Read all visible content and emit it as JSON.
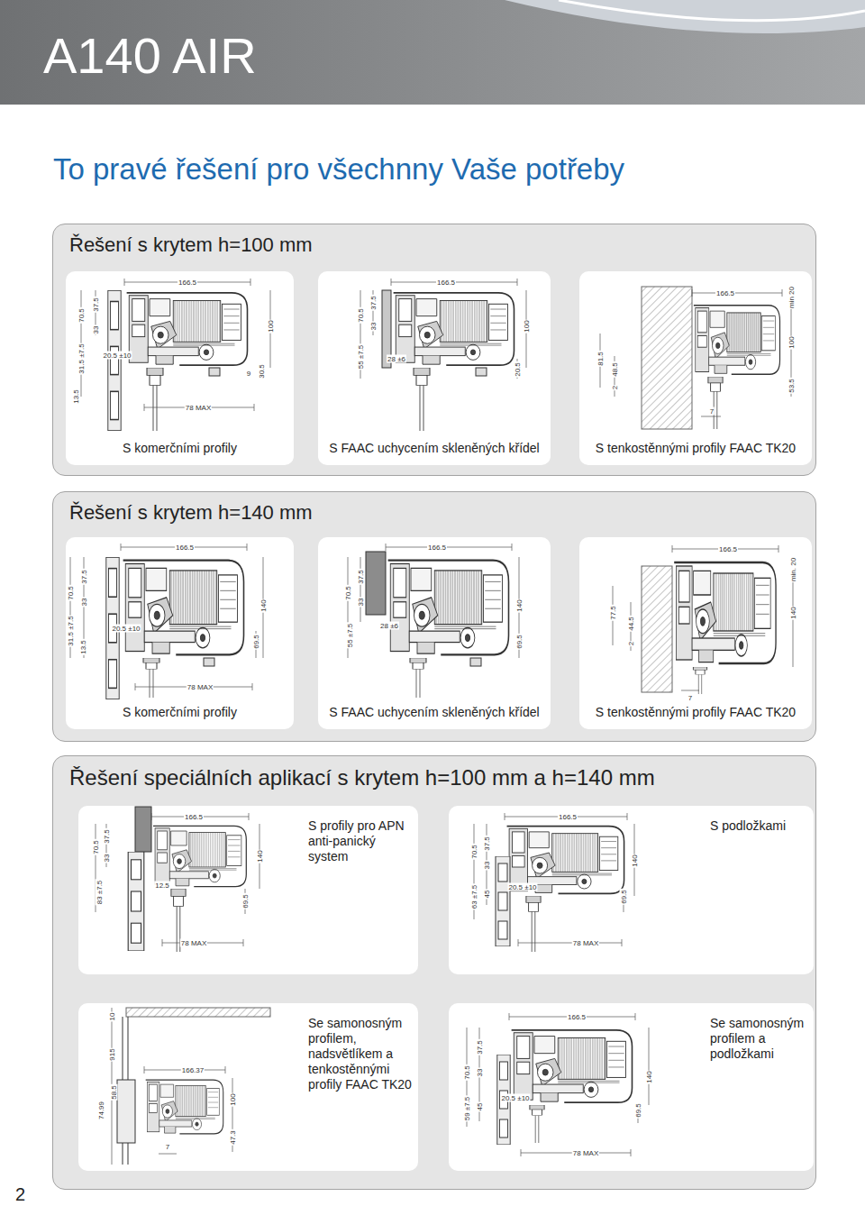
{
  "diagram": {
    "title": "A140 AIR",
    "nodes": [
      {
        "text": [
          "Řešení s krytem h=100 mm"
        ]
      },
      {
        "text": [
          "S komerčními profily"
        ],
        "in": 0
      },
      {
        "text": [
          "S FAAC uchycením skleněných křídel"
        ],
        "in": 0
      },
      {
        "text": [
          "S tenkostěnnými profily FAAC TK20"
        ],
        "in": 0
      },
      {
        "text": [
          "Řešení s krytem h=140 mm"
        ]
      },
      {
        "text": [
          "S komerčními profily"
        ],
        "in": 4
      },
      {
        "text": [
          "S FAAC uchycením skleněných křídel"
        ],
        "in": 4
      },
      {
        "text": [
          "S tenkostěnnými profily FAAC TK20"
        ],
        "in": 4
      },
      {
        "text": [
          "Řešení speciálních aplikací s krytem h=100 mm a h=140 mm"
        ]
      },
      {
        "text": [
          "S profily pro APN anti-panický system"
        ],
        "in": 8
      },
      {
        "text": [
          "S podložkami"
        ],
        "in": 8
      },
      {
        "text": [
          "Se samonosným profilem, nadsvětlíkem a tenkostěnnými profily FAAC TK20"
        ],
        "in": 8
      },
      {
        "text": [
          "Se samonosným profilem a podložkami"
        ],
        "in": 8
      }
    ],
    "labels": [
      "To pravé řešení pro všechnny Vaše potřeby",
      "166.5",
      "70.5",
      "37.5",
      "33",
      "31.5 ±7.5",
      "13.5",
      "20.5 ±10",
      "100",
      "30.5",
      "9",
      "78 MAX",
      "166.5",
      "70.5",
      "37.5",
      "33",
      "55 ±7.5",
      "28 ±6",
      "100",
      "20.5",
      "166.5",
      "min 20",
      "100",
      "53.5",
      "81.5",
      "48.5",
      "2",
      "7",
      "166.5",
      "70.5",
      "37.5",
      "33",
      "31.5 ±7.5",
      "13.5",
      "20.5 ±10",
      "140",
      "69.5",
      "78 MAX",
      "166.5",
      "70.5",
      "37.5",
      "33",
      "55 ±7.5",
      "28 ±6",
      "140",
      "69.5",
      "166.5",
      "min. 20",
      "77.5",
      "44.5",
      "2",
      "140",
      "7",
      "166.5",
      "70.5",
      "37.5",
      "33",
      "83 ±7.5",
      "12.5",
      "140",
      "69.5",
      "78 MAX",
      "166.5",
      "70.5",
      "37.5",
      "33",
      "63 ±7.5",
      "45",
      "20.5 ±10",
      "140",
      "69.5",
      "78 MAX",
      "10",
      "915",
      "166.37",
      "58.5",
      "74.99",
      "100",
      "47.3",
      "7",
      "166.5",
      "70.5",
      "37.5",
      "33",
      "59 ±7.5",
      "45",
      "20.5 ±10",
      "140",
      "69.5",
      "78 MAX",
      "2"
    ]
  }
}
